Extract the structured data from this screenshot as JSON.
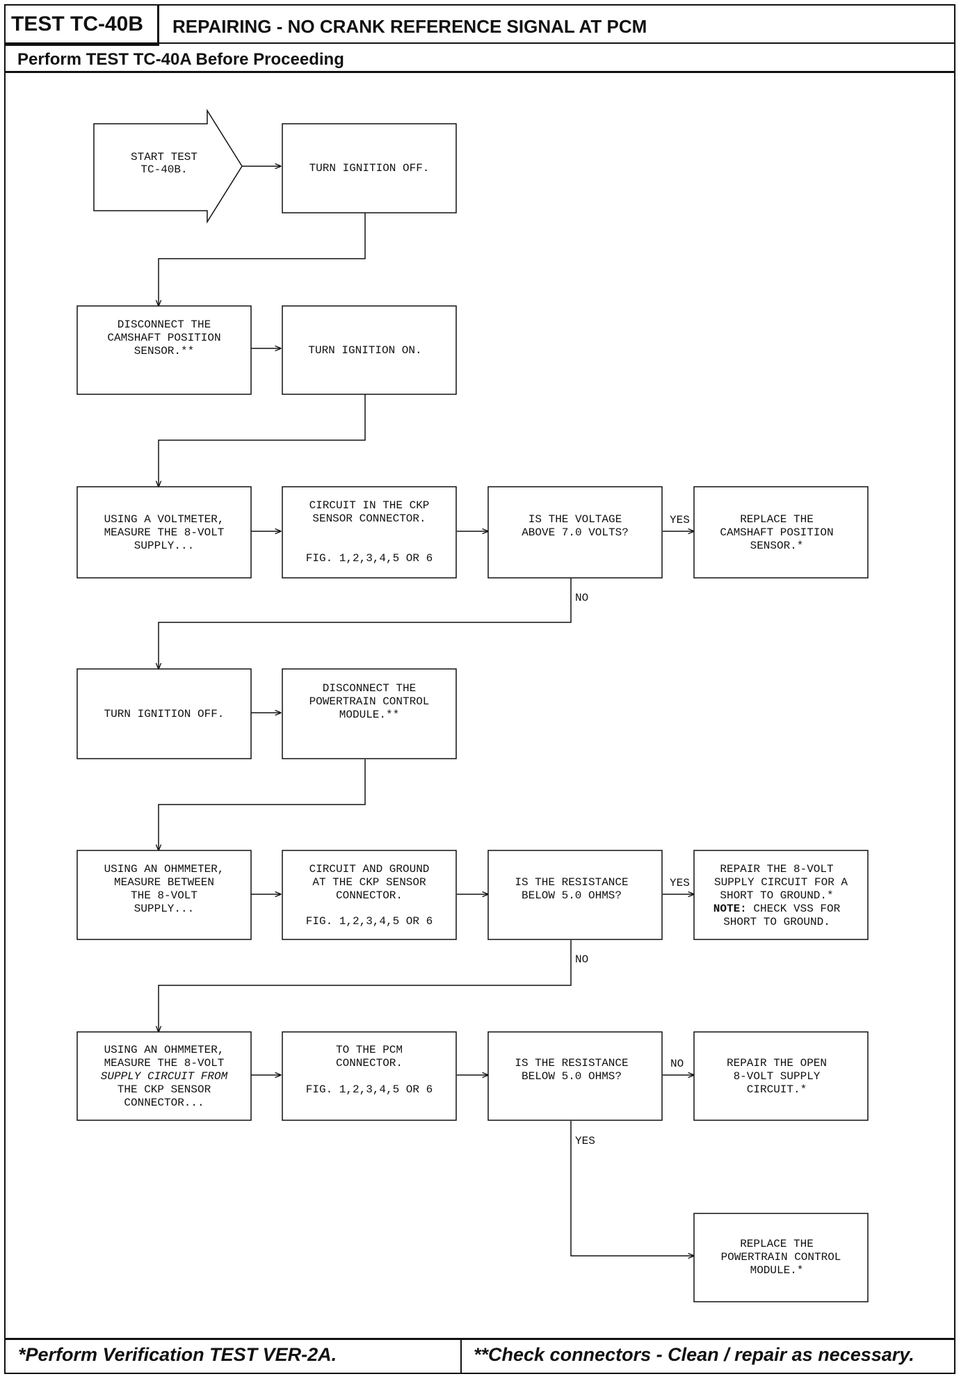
{
  "header": {
    "test_id": "TEST TC-40B",
    "title": "REPAIRING - NO CRANK REFERENCE SIGNAL AT PCM",
    "subtitle": "Perform TEST TC-40A Before Proceeding"
  },
  "flowchart": {
    "start": [
      "START TEST",
      "TC-40B."
    ],
    "b1": [
      "TURN IGNITION OFF."
    ],
    "b2": [
      "DISCONNECT THE",
      "CAMSHAFT POSITION",
      "SENSOR.**"
    ],
    "b3": [
      "TURN IGNITION ON."
    ],
    "b4": [
      "USING A VOLTMETER,",
      "MEASURE THE 8-VOLT",
      "SUPPLY..."
    ],
    "b5": [
      "CIRCUIT IN THE CKP",
      "SENSOR CONNECTOR."
    ],
    "b5_fig": "FIG. 1,2,3,4,5 OR 6",
    "q1": [
      "IS THE VOLTAGE",
      "ABOVE 7.0 VOLTS?"
    ],
    "q1_yes": "YES",
    "q1_no": "NO",
    "r1": [
      "REPLACE THE",
      "CAMSHAFT POSITION",
      "SENSOR.*"
    ],
    "b6": [
      "TURN IGNITION OFF."
    ],
    "b7": [
      "DISCONNECT THE",
      "POWERTRAIN CONTROL",
      "MODULE.**"
    ],
    "b8": [
      "USING AN OHMMETER,",
      "MEASURE BETWEEN",
      "THE 8-VOLT",
      "SUPPLY..."
    ],
    "b9": [
      "CIRCUIT AND GROUND",
      "AT THE CKP SENSOR",
      "CONNECTOR."
    ],
    "b9_fig": "FIG. 1,2,3,4,5 OR 6",
    "q2": [
      "IS THE RESISTANCE",
      "BELOW 5.0 OHMS?"
    ],
    "q2_yes": "YES",
    "q2_no": "NO",
    "r2": [
      "REPAIR THE 8-VOLT",
      "SUPPLY CIRCUIT FOR A",
      "SHORT TO GROUND.*"
    ],
    "r2_note_label": "NOTE:",
    "r2_note_text": "CHECK VSS FOR",
    "r2_note_line2": "SHORT TO GROUND.",
    "b10_line1": "USING AN OHMMETER,",
    "b10_line2": "MEASURE THE 8-VOLT",
    "b10_line3": "SUPPLY CIRCUIT FROM",
    "b10_line4": "THE CKP SENSOR",
    "b10_line5": "CONNECTOR...",
    "b11": [
      "TO THE PCM",
      "CONNECTOR."
    ],
    "b11_fig": "FIG. 1,2,3,4,5 OR 6",
    "q3": [
      "IS THE RESISTANCE",
      "BELOW 5.0 OHMS?"
    ],
    "q3_no": "NO",
    "q3_yes": "YES",
    "r3": [
      "REPAIR THE OPEN",
      "8-VOLT SUPPLY",
      "CIRCUIT.*"
    ],
    "r4": [
      "REPLACE THE",
      "POWERTRAIN CONTROL",
      "MODULE.*"
    ]
  },
  "footer": {
    "left": "*Perform Verification TEST VER-2A.",
    "right": "**Check connectors - Clean / repair as necessary."
  }
}
